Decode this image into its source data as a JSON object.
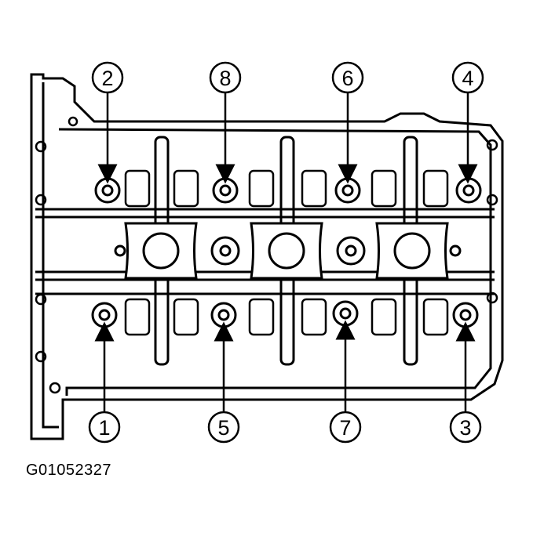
{
  "figure_id": "G01052327",
  "callouts": [
    {
      "label": "1"
    },
    {
      "label": "2"
    },
    {
      "label": "3"
    },
    {
      "label": "4"
    },
    {
      "label": "5"
    },
    {
      "label": "6"
    },
    {
      "label": "7"
    },
    {
      "label": "8"
    }
  ],
  "colors": {
    "ink": "#000000",
    "paper": "#ffffff"
  }
}
